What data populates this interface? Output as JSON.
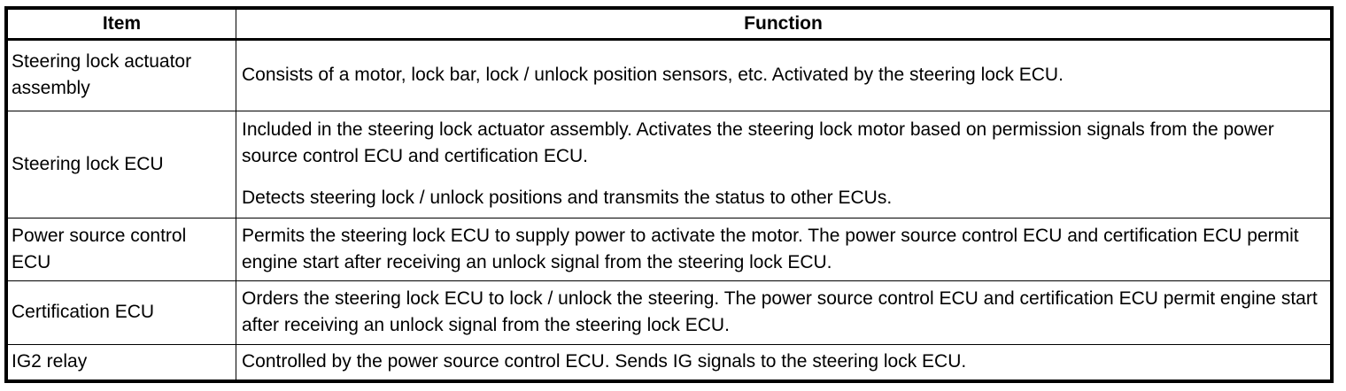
{
  "table": {
    "headers": [
      "Item",
      "Function"
    ],
    "rows": [
      {
        "item": "Steering lock actuator assembly",
        "function": [
          "Consists of a motor, lock bar, lock / unlock position sensors, etc. Activated by the steering lock ECU."
        ]
      },
      {
        "item": "Steering lock ECU",
        "function": [
          "Included in the steering lock actuator assembly. Activates the steering lock motor based on permission signals from the power source control ECU and certification ECU.",
          "Detects steering lock / unlock positions and transmits the status to other ECUs."
        ]
      },
      {
        "item": "Power source control ECU",
        "function": [
          "Permits the steering lock ECU to supply power to activate the motor. The power source control ECU and certification ECU permit engine start after receiving an unlock signal from the steering lock ECU."
        ]
      },
      {
        "item": "Certification ECU",
        "function": [
          "Orders the steering lock ECU to lock / unlock the steering. The power source control ECU and certification ECU permit engine start after receiving an unlock signal from the steering lock ECU."
        ]
      },
      {
        "item": "IG2 relay",
        "function": [
          "Controlled by the power source control ECU. Sends IG signals to the steering lock ECU."
        ]
      }
    ]
  }
}
